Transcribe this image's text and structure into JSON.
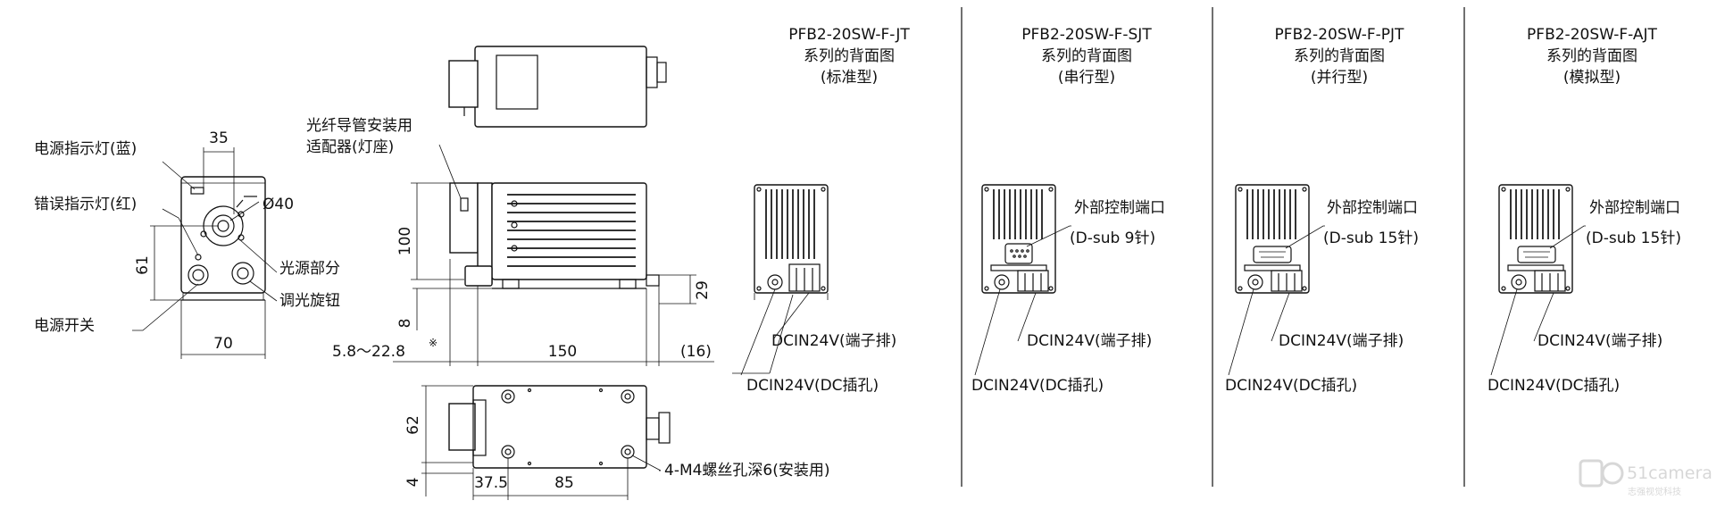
{
  "front_view": {
    "power_led_label": "电源指示灯(蓝)",
    "error_led_label": "错误指示灯(红)",
    "power_switch_label": "电源开关",
    "light_source_label": "光源部分",
    "dimmer_knob_label": "调光旋钮",
    "dim_width_top": "35",
    "dim_diameter": "Ø40",
    "dim_height_left": "61",
    "dim_width_bottom": "70"
  },
  "side_view": {
    "adapter_label_line1": "光纤导管安装用",
    "adapter_label_line2": "适配器(灯座)",
    "dim_height": "100",
    "dim_foot": "8",
    "dim_offset": "5.8～22.8",
    "dim_offset_note": "※",
    "dim_length": "150",
    "dim_rear": "(16)",
    "dim_rear_height": "29"
  },
  "bottom_view": {
    "dim_height": "62",
    "dim_small": "4",
    "dim_hole_offset": "37.5",
    "dim_hole_spacing": "85",
    "screw_label": "4-M4螺丝孔深6(安装用)"
  },
  "rear_views": [
    {
      "model": "PFB2-20SW-F-JT",
      "caption": "系列的背面图",
      "type": "(标准型)",
      "port_label": "",
      "port_spec": "",
      "terminal_label": "DCIN24V(端子排)",
      "jack_label": "DCIN24V(DC插孔)"
    },
    {
      "model": "PFB2-20SW-F-SJT",
      "caption": "系列的背面图",
      "type": "(串行型)",
      "port_label": "外部控制端口",
      "port_spec": "(D-sub 9针)",
      "terminal_label": "DCIN24V(端子排)",
      "jack_label": "DCIN24V(DC插孔)"
    },
    {
      "model": "PFB2-20SW-F-PJT",
      "caption": "系列的背面图",
      "type": "(并行型)",
      "port_label": "外部控制端口",
      "port_spec": "(D-sub 15针)",
      "terminal_label": "DCIN24V(端子排)",
      "jack_label": "DCIN24V(DC插孔)"
    },
    {
      "model": "PFB2-20SW-F-AJT",
      "caption": "系列的背面图",
      "type": "(模拟型)",
      "port_label": "外部控制端口",
      "port_spec": "(D-sub 15针)",
      "terminal_label": "DCIN24V(端子排)",
      "jack_label": "DCIN24V(DC插孔)"
    }
  ],
  "watermark": {
    "brand": "51camera",
    "tagline": "志强视觉科技"
  }
}
